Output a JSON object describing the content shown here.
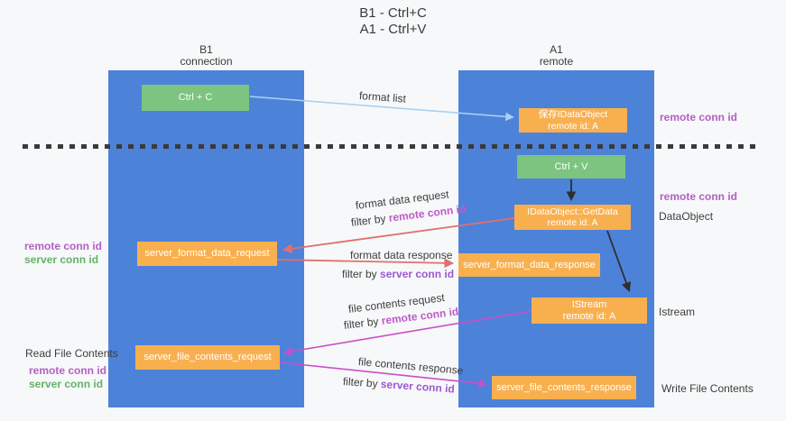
{
  "title": {
    "line1": "B1 - Ctrl+C",
    "line2": "A1 - Ctrl+V"
  },
  "lifelines": {
    "left": {
      "title": "B1",
      "subtitle": "connection"
    },
    "right": {
      "title": "A1",
      "subtitle": "remote"
    }
  },
  "boxes": {
    "ctrl_c": {
      "label": "Ctrl + C"
    },
    "saved": {
      "line1": "保存IDataObject",
      "line2": "remote id: A"
    },
    "ctrl_v": {
      "label": "Ctrl + V"
    },
    "getdata": {
      "line1": "IDataObject::GetData",
      "line2": "remote id: A"
    },
    "format_request": {
      "label": "server_format_data_request"
    },
    "format_response": {
      "label": "server_format_data_response"
    },
    "istream": {
      "line1": "IStream",
      "line2": "remote id: A"
    },
    "file_request": {
      "label": "server_file_contents_request"
    },
    "file_response": {
      "label": "server_file_contents_response"
    }
  },
  "gap_labels": {
    "format_list": "format list",
    "fmt_req": "format data request",
    "fmt_req_filter": {
      "prefix": "filter by ",
      "colored": "remote conn id"
    },
    "fmt_resp": "format data response",
    "fmt_resp_filter": {
      "prefix": "filter by ",
      "colored": "server conn id"
    },
    "file_req": "file contents request",
    "file_req_filter": {
      "prefix": "filter by ",
      "colored": "remote conn id"
    },
    "file_resp": "file contents response",
    "file_resp_filter": {
      "prefix": "filter by ",
      "colored": "server conn id"
    }
  },
  "annotations": {
    "right_remote_conn_id_top": "remote conn id",
    "right_remote_conn_id_mid": "remote conn id",
    "dataobject": "DataObject",
    "istream": "Istream",
    "write_file_contents": "Write File Contents",
    "left_remote_conn_id_1": "remote conn id",
    "left_server_conn_id_1": "server conn id",
    "read_file_contents": "Read File Contents",
    "left_remote_conn_id_2": "remote conn id",
    "left_server_conn_id_2": "server conn id"
  },
  "colors": {
    "column_blue": "#4d82d9",
    "box_orange": "#f8b04f",
    "box_green": "#7cc47f",
    "arrow_light_blue": "#a8d2f0",
    "arrow_red": "#e0706f",
    "arrow_magenta": "#c94fc9",
    "arrow_black": "#2e2e2e",
    "text_remote_purple": "#b35fc4",
    "text_server_purple": "#9b59d0",
    "text_server_green": "#63b268",
    "text_dark": "#3d3d3d"
  }
}
